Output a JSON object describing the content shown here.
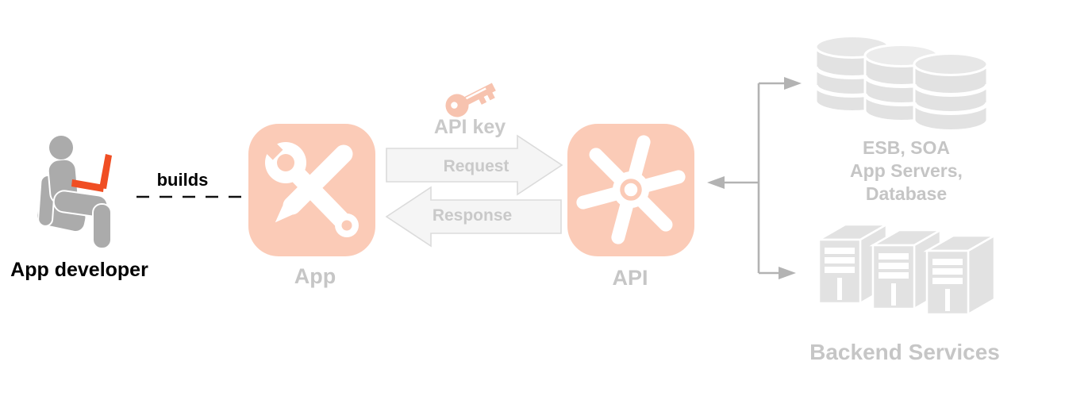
{
  "diagram": {
    "developer": {
      "label": "App developer"
    },
    "builds_label": "builds",
    "app": {
      "label": "App"
    },
    "api": {
      "label": "API"
    },
    "api_key": {
      "label": "API key"
    },
    "request_label": "Request",
    "response_label": "Response",
    "backend_db": {
      "label_lines": [
        "ESB, SOA",
        "App Servers,",
        "Database"
      ]
    },
    "backend_services": {
      "label": "Backend Services"
    },
    "colors": {
      "icon_salmon": "#fbcbb7",
      "key_salmon": "#f7c3af",
      "laptop_orange": "#f04e23",
      "person_gray": "#ababab",
      "shape_gray": "#e2e2e2",
      "connector_gray": "#b3b3b3",
      "arrow_fill": "#f5f5f5",
      "arrow_border": "#dbdbdb",
      "muted_label_gray": "#c6c6c6",
      "dark_label": "#000000"
    }
  }
}
